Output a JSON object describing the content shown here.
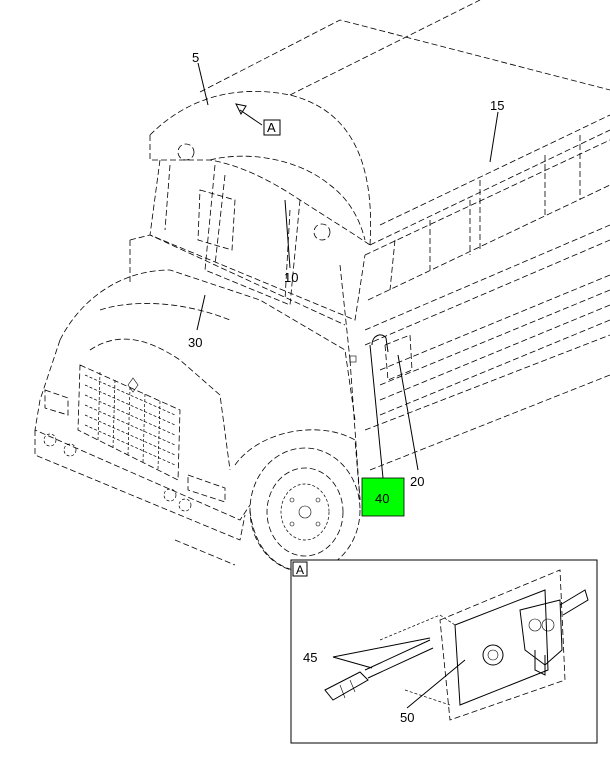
{
  "callouts": {
    "c5": "5",
    "c15": "15",
    "c10": "10",
    "c30": "30",
    "c20": "20",
    "c40": "40",
    "c45": "45",
    "c50": "50"
  },
  "view_refs": {
    "ref_main": "A",
    "ref_detail": "A"
  },
  "colors": {
    "highlight": "#00ff00"
  }
}
